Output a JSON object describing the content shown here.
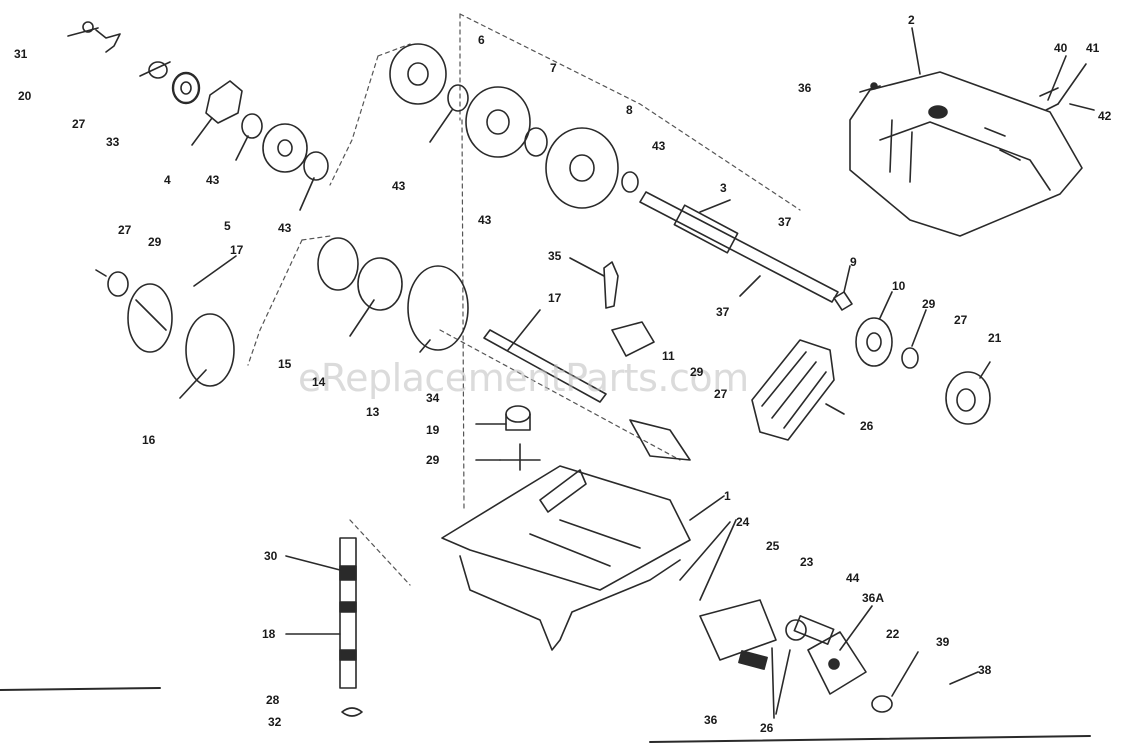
{
  "watermark": "eReplacementParts.com",
  "colors": {
    "line": "#2a2a2a",
    "dash": "#555555",
    "background": "#ffffff",
    "watermark": "#bebebe"
  },
  "labels": {
    "l31": "31",
    "l20": "20",
    "l27a": "27",
    "l33": "33",
    "l4": "4",
    "l43a": "43",
    "l43b": "43",
    "l43c": "43",
    "l5": "5",
    "l27b": "27",
    "l29a": "29",
    "l17a": "17",
    "l6": "6",
    "l7": "7",
    "l8": "8",
    "l43d": "43",
    "l43e": "43",
    "l2": "2",
    "l36a": "36",
    "l40": "40",
    "l41": "41",
    "l42": "42",
    "l3": "3",
    "l37a": "37",
    "l9": "9",
    "l10": "10",
    "l29b": "29",
    "l27c": "27",
    "l21": "21",
    "l37b": "37",
    "l35": "35",
    "l17b": "17",
    "l11": "11",
    "l29c": "29",
    "l27d": "27",
    "l26a": "26",
    "l15": "15",
    "l14": "14",
    "l13": "13",
    "l34": "34",
    "l19": "19",
    "l29d": "29",
    "l16": "16",
    "l1": "1",
    "l24": "24",
    "l25": "25",
    "l23": "23",
    "l44": "44",
    "l36A": "36A",
    "l22": "22",
    "l39": "39",
    "l38": "38",
    "l30": "30",
    "l18": "18",
    "l28": "28",
    "l32": "32",
    "l36b": "36",
    "l26b": "26"
  }
}
